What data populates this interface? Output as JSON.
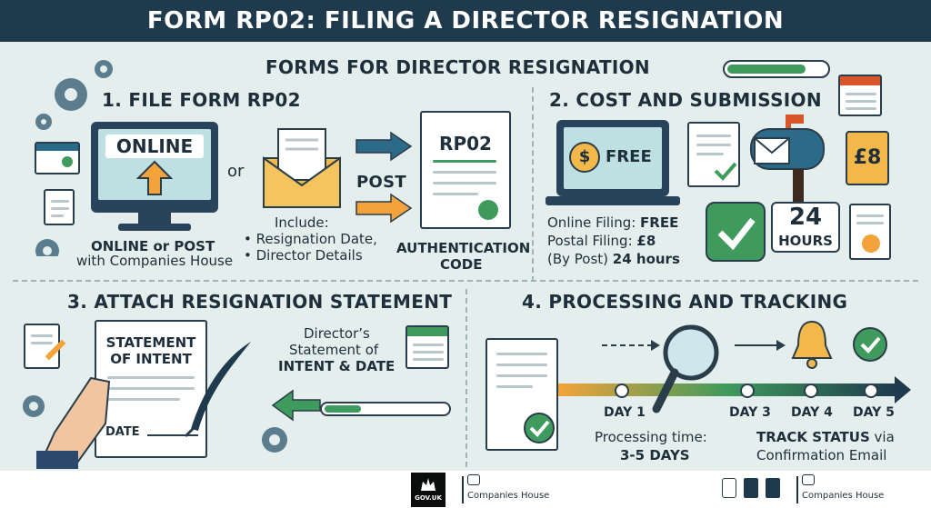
{
  "title": "FORM RP02: FILING A DIRECTOR RESIGNATION",
  "subtitle": "FORMS FOR DIRECTOR RESIGNATION",
  "progress": 0.8,
  "section1": {
    "heading": "1. FILE FORM RP02",
    "screen_label": "ONLINE",
    "or_text": "or",
    "post_label": "POST",
    "form_label": "RP02",
    "caption_line1": "ONLINE or POST",
    "caption_line2": "with Companies House",
    "include_title": "Include:",
    "include_items": [
      "Resignation Date,",
      "Director Details"
    ],
    "auth_line1": "AUTHENTICATION",
    "auth_line2": "CODE"
  },
  "section2": {
    "heading": "2. COST AND SUBMISSION",
    "screen_label": "FREE",
    "online_prefix": "Online Filing: ",
    "online_value": "FREE",
    "postal_prefix": "Postal Filing: ",
    "postal_value": "£8",
    "post_prefix": "(By Post) ",
    "post_value": "24 hours",
    "price_badge": "£8",
    "hours_number": "24",
    "hours_label": "HOURS"
  },
  "section3": {
    "heading": "3. ATTACH RESIGNATION STATEMENT",
    "statement_line1": "STATEMENT",
    "statement_line2": "OF INTENT",
    "date_label": "DATE",
    "caption_line1": "Director’s",
    "caption_line2": "Statement of",
    "caption_line3": "INTENT & DATE"
  },
  "section4": {
    "heading": "4. PROCESSING AND TRACKING",
    "days": [
      "DAY 1",
      "DAY 3",
      "DAY 4",
      "DAY 5"
    ],
    "processing_line1": "Processing time:",
    "processing_line2": "3-5 DAYS",
    "track_bold": "TRACK STATUS",
    "track_rest": " via",
    "track_line2": "Confirmation Email"
  },
  "footer": {
    "govuk": "GOV.UK",
    "companies_house_1": "Companies House",
    "companies_house_2": "Companies House"
  },
  "colors": {
    "header_bg": "#1f3a4d",
    "canvas_bg": "#e4eeec",
    "accent_orange": "#f3a33a",
    "accent_green": "#3f9a5d",
    "accent_blue": "#2b6a89"
  }
}
